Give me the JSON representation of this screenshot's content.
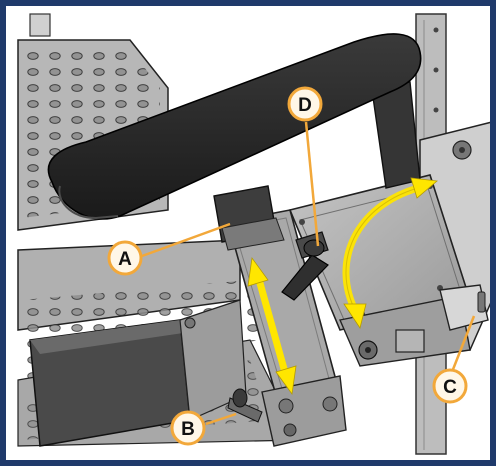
{
  "colors": {
    "frame": "#1f3a6b",
    "callout_ring": "#f2a83a",
    "callout_fill": "#fff7e8",
    "arrow": "#ffe600",
    "metal_light": "#b9b9b9",
    "metal_mid": "#a6a6a6",
    "metal_dark": "#8a8a8a",
    "pad": "#2b2b2b"
  },
  "callouts": {
    "a": {
      "label": "A"
    },
    "b": {
      "label": "B"
    },
    "c": {
      "label": "C"
    },
    "d": {
      "label": "D"
    }
  },
  "icons": {
    "rotation_arrow": "curved-double-arrow-icon",
    "height_arrow": "straight-double-arrow-icon"
  }
}
